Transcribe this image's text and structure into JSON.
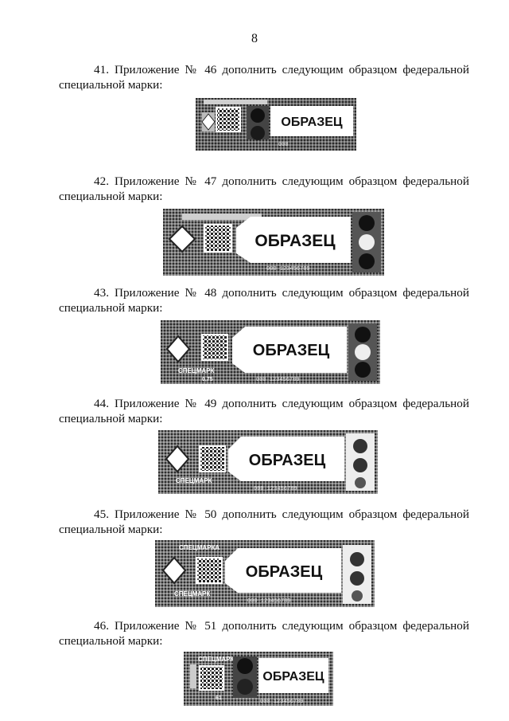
{
  "page_number": "8",
  "items": [
    {
      "line1": "41. Приложение № 46 дополнить следующим образцом федеральной",
      "line2": "специальной марки:",
      "sample_label": "ОБРАЗЕЦ",
      "serial": "000"
    },
    {
      "line1": "42. Приложение № 47 дополнить следующим образцом федеральной",
      "line2": "специальной марки:",
      "sample_label": "ОБРАЗЕЦ",
      "serial": "000 123456789"
    },
    {
      "line1": "43. Приложение № 48 дополнить следующим образцом федеральной",
      "line2": "специальной марки:",
      "sample_label": "ОБРАЗЕЦ",
      "serial": "000 123456789",
      "side_text": "СПЕЦМАРК",
      "volume": "0,75"
    },
    {
      "line1": "44. Приложение № 49 дополнить следующим образцом федеральной",
      "line2": "специальной марки:",
      "sample_label": "ОБРАЗЕЦ",
      "serial": "000 123456789",
      "side_text": "СПЕЦМАРК"
    },
    {
      "line1": "45. Приложение № 50 дополнить следующим образцом федеральной",
      "line2": "специальной марки:",
      "sample_label": "ОБРАЗЕЦ",
      "serial": "000 123456789",
      "side_text": "СПЕЦМАРК",
      "top_text": "СПЕЦМАРКА"
    },
    {
      "line1": "46. Приложение № 51 дополнить следующим образцом федеральной",
      "line2": "специальной марки:",
      "sample_label": "ОБРАЗЕЦ",
      "serial": "000 123456789",
      "top_text": "СПЕЦМАРКА",
      "volume": "61"
    }
  ]
}
